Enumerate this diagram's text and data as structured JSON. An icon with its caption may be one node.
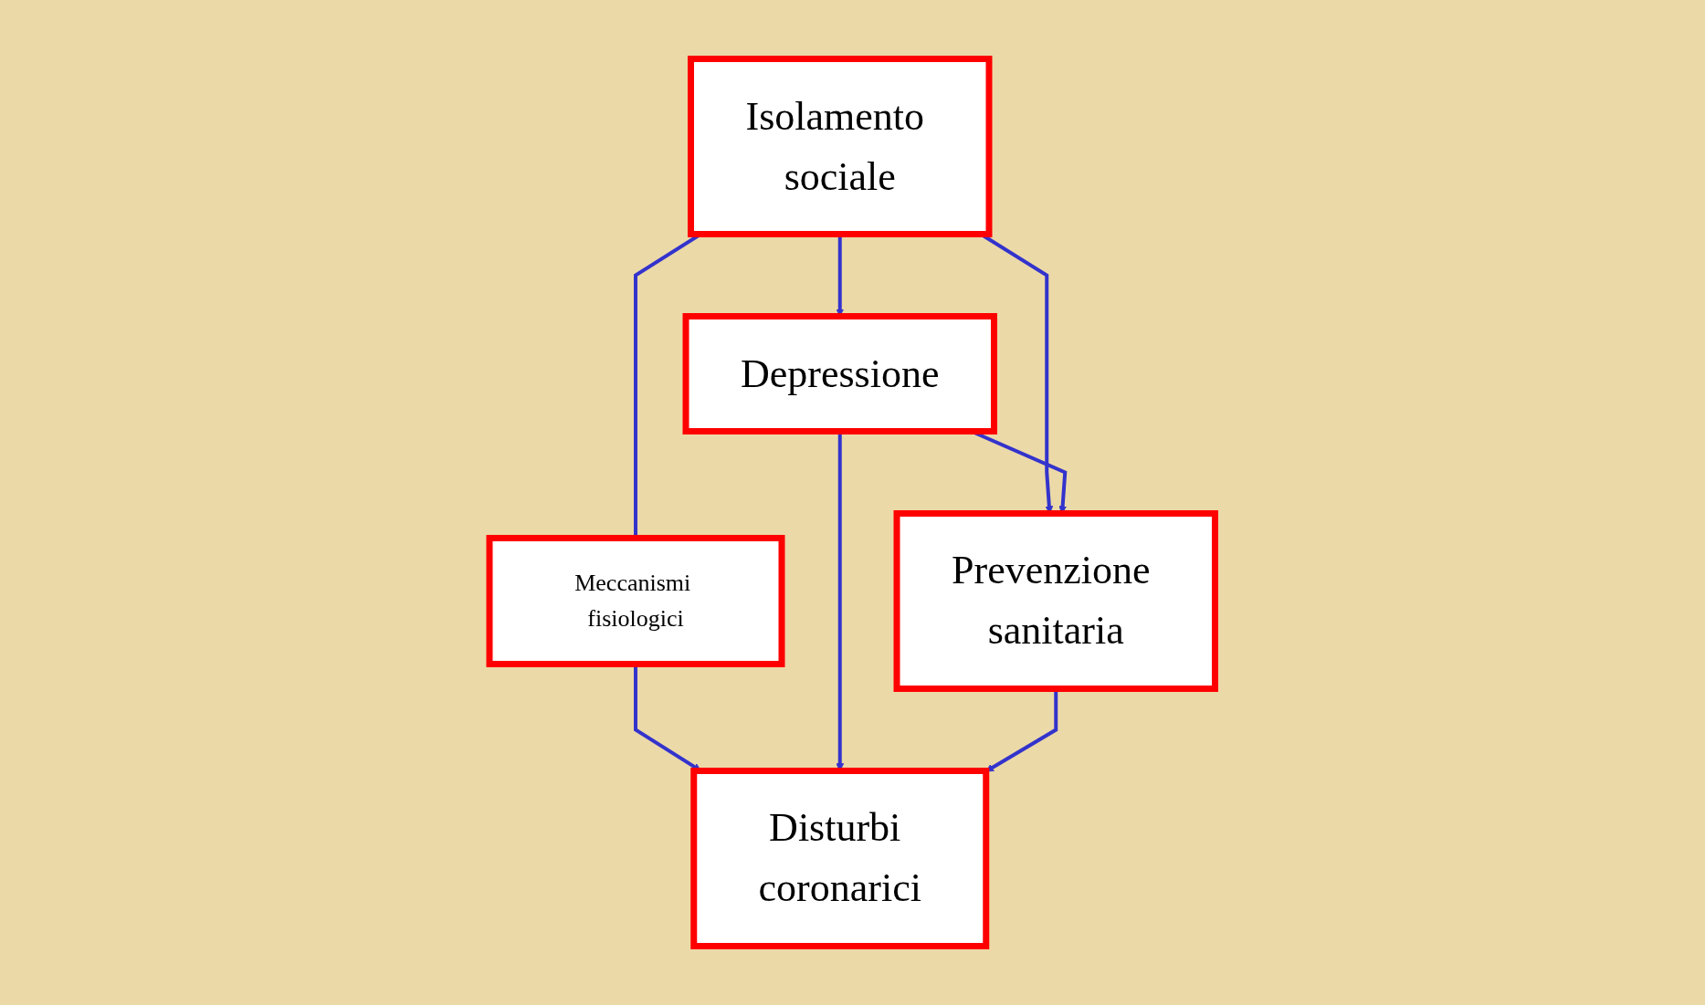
{
  "diagram": {
    "nodes": [
      {
        "text": [
          "Isolamento sociale"
        ]
      },
      {
        "text": [
          "Depressione"
        ]
      },
      {
        "text": [
          "Prevenzione sanitaria"
        ]
      },
      {
        "text": [
          "Meccanismi fisiologici"
        ]
      },
      {
        "text": [
          "Disturbi coronarici"
        ]
      }
    ],
    "edges": [
      {
        "from": 0,
        "to": 1,
        "arrow": "to"
      },
      {
        "from": 0,
        "to": 2,
        "arrow": "to"
      },
      {
        "from": 0,
        "to": 3,
        "arrow": "none"
      },
      {
        "from": 1,
        "to": 2,
        "arrow": "to"
      },
      {
        "from": 3,
        "to": 4,
        "arrow": "to"
      },
      {
        "from": 1,
        "to": 4,
        "arrow": "to"
      },
      {
        "from": 2,
        "to": 4,
        "arrow": "to"
      }
    ]
  }
}
